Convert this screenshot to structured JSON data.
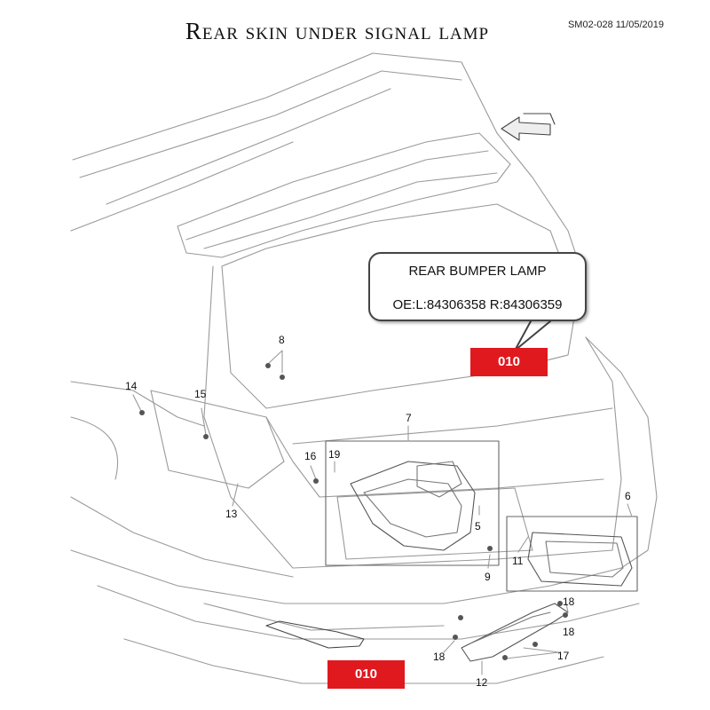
{
  "header": {
    "title": "Rear skin under signal lamp",
    "doc_ref": "SM02-028 11/05/2019"
  },
  "callout": {
    "line1": "REAR BUMPER LAMP",
    "line2": "OE:L:84306358 R:84306359"
  },
  "tags": {
    "top": "010",
    "bottom": "010"
  },
  "part_numbers": [
    "8",
    "14",
    "15",
    "7",
    "16",
    "19",
    "13",
    "5",
    "6",
    "9",
    "11",
    "18",
    "18",
    "17",
    "12",
    "18"
  ],
  "colors": {
    "tag_red": "#e0191f",
    "line": "#9a9a9a",
    "ink": "#111111"
  }
}
